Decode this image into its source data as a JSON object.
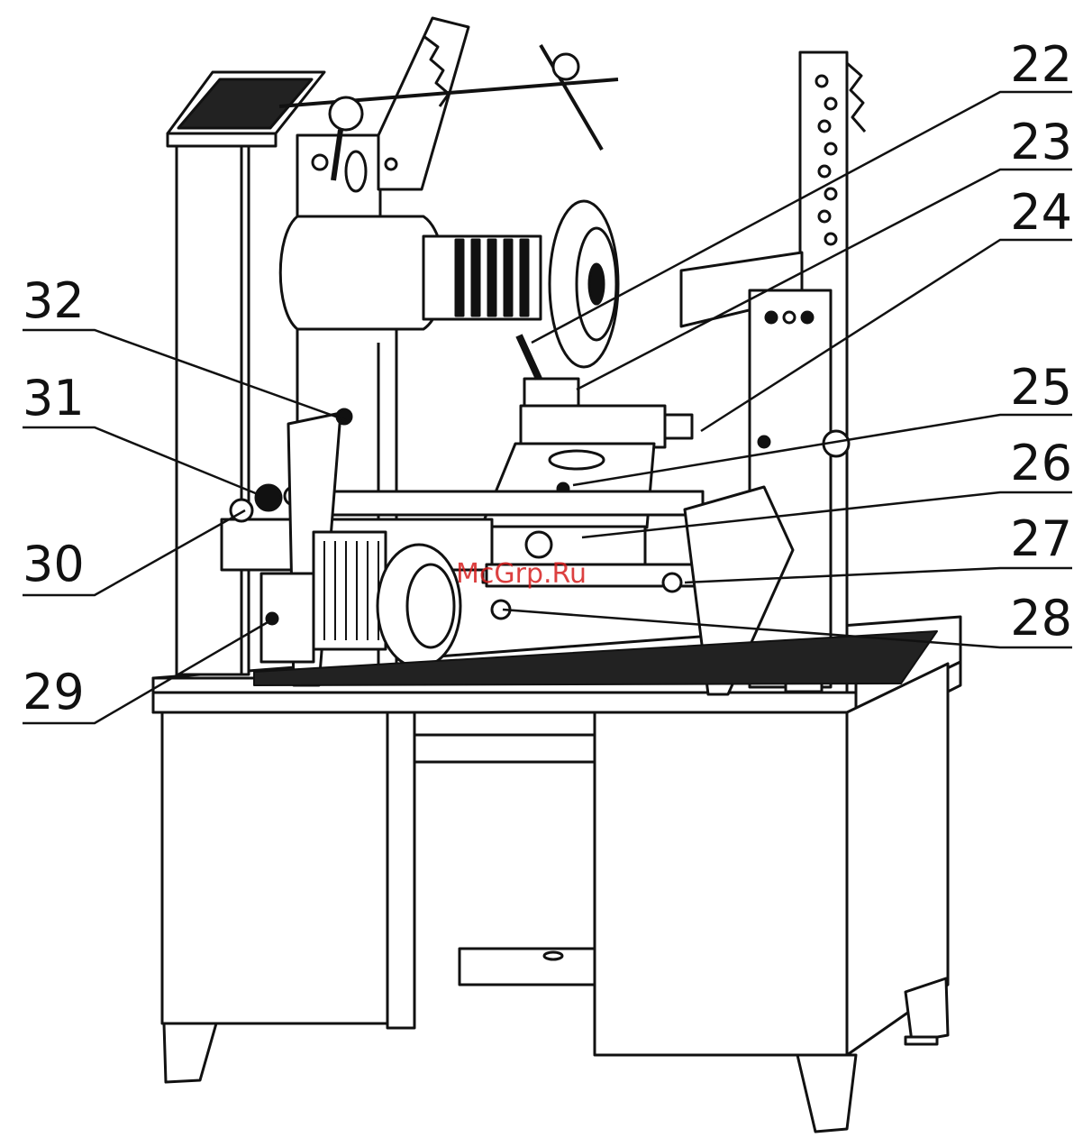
{
  "diagram": {
    "callouts": [
      {
        "id": "22",
        "label": "22"
      },
      {
        "id": "23",
        "label": "23"
      },
      {
        "id": "24",
        "label": "24"
      },
      {
        "id": "25",
        "label": "25"
      },
      {
        "id": "26",
        "label": "26"
      },
      {
        "id": "27",
        "label": "27"
      },
      {
        "id": "28",
        "label": "28"
      },
      {
        "id": "29",
        "label": "29"
      },
      {
        "id": "30",
        "label": "30"
      },
      {
        "id": "31",
        "label": "31"
      },
      {
        "id": "32",
        "label": "32"
      }
    ],
    "watermark": "McGrp.Ru",
    "colors": {
      "line": "#111111",
      "fill": "#ffffff",
      "watermark": "#d61e1e"
    }
  }
}
